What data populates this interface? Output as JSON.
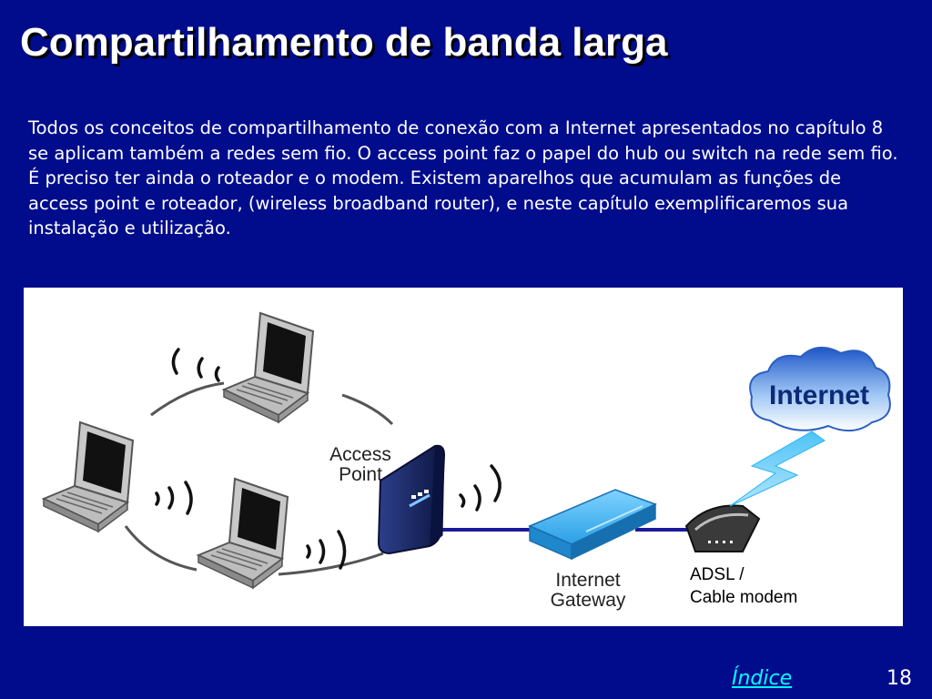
{
  "slide": {
    "title": "Compartilhamento de banda larga",
    "body": "Todos os conceitos de compartilhamento de conexão com a Internet apresentados no capítulo 8 se aplicam também a redes sem fio. O access point faz o papel do hub ou switch na rede sem fio. É preciso ter ainda o roteador e o modem. Existem aparelhos que acumulam as funções de access point e roteador, (wireless broadband router), e neste capítulo exemplificaremos sua instalação e utilização.",
    "page_number": "18",
    "index_link": "Índice"
  },
  "diagram": {
    "access_point_label_line1": "Access",
    "access_point_label_line2": "Point",
    "gateway_label_line1": "Internet",
    "gateway_label_line2": "Gateway",
    "modem_label_line1": "ADSL /",
    "modem_label_line2": "Cable modem",
    "cloud_label": "Internet"
  },
  "colors": {
    "background": "#000c8c",
    "index_link": "#00ffff",
    "gateway": "#2aa8e8",
    "access_point": "#1a2a6c",
    "cable": "#1a1a9c",
    "cloud": "#3a78d8",
    "lightning": "#29b6f6"
  }
}
